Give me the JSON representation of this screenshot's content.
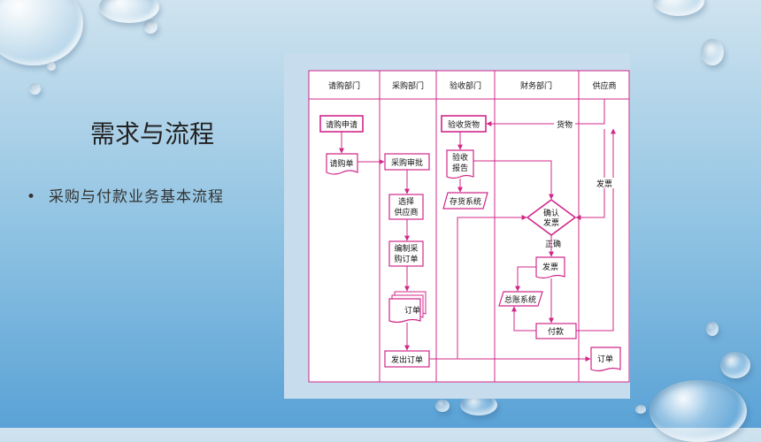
{
  "slide": {
    "title": "需求与流程",
    "bullet": "采购与付款业务基本流程"
  },
  "flowchart": {
    "lanes": [
      "请购部门",
      "采购部门",
      "验收部门",
      "财务部门",
      "供应商"
    ],
    "nodes": {
      "qgsq": "请购申请",
      "qgd": "请购单",
      "cgsp": "采购审批",
      "xz1": "选择",
      "xz2": "供应商",
      "bz1": "编制采",
      "bz2": "购订单",
      "dd": "订单",
      "fcdd": "发出订单",
      "yshw": "验收货物",
      "ysbg1": "验收",
      "ysbg2": "报告",
      "chxt": "存货系统",
      "qr1": "确认",
      "qr2": "发票",
      "fp": "发票",
      "zzxt": "总账系统",
      "fk": "付款",
      "gys_dd": "订单"
    },
    "edge_labels": {
      "huowu": "货物",
      "fapiao": "发票",
      "zhengque": "正确"
    }
  },
  "colors": {
    "border": "#d0288a",
    "arrow": "#d0288a",
    "lane_line": "#d0288a"
  }
}
